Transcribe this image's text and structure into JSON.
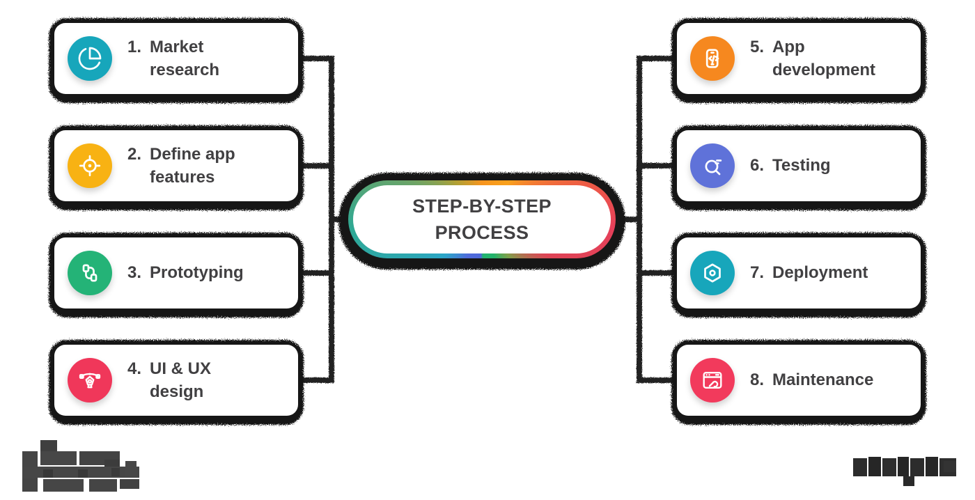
{
  "center": {
    "title_line1": "STEP-BY-STEP",
    "title_line2": "PROCESS",
    "border_gradient": "conic-gradient(from 0deg, #F7941E 0%, #F9A11C 10%, #ED5A46 20%, #E6405A 26%, #DE4355 33%, #7FA04A 40%, #22B36B 45%, #21B46E 49.5%, #4D68D9 50.5%, #4F6BDB 56%, #2BA6C7 63%, #2FA893 74%, #6FA465 83%, #B0A035 90%, #F7941E 100%)"
  },
  "steps": [
    {
      "number": "1.",
      "label": "Market\nresearch",
      "icon": "pie-chart-icon",
      "color": "#17A6BB"
    },
    {
      "number": "2.",
      "label": "Define app\nfeatures",
      "icon": "target-icon",
      "color": "#F8B213"
    },
    {
      "number": "3.",
      "label": "Prototyping",
      "icon": "flow-nodes-icon",
      "color": "#24B377"
    },
    {
      "number": "4.",
      "label": "UI & UX\ndesign",
      "icon": "pen-tool-icon",
      "color": "#F0375A"
    },
    {
      "number": "5.",
      "label": "App\ndevelopment",
      "icon": "phone-code-icon",
      "color": "#F6881F"
    },
    {
      "number": "6.",
      "label": "Testing",
      "icon": "search-icon",
      "color": "#5F72D9"
    },
    {
      "number": "7.",
      "label": "Deployment",
      "icon": "hexagon-node-icon",
      "color": "#17A6BB"
    },
    {
      "number": "8.",
      "label": "Maintenance",
      "icon": "window-wrench-icon",
      "color": "#F23A5C"
    }
  ],
  "colors": {
    "text": "#414042",
    "connector": "#242424",
    "shadow": "#171717",
    "card_bg": "#ffffff"
  },
  "watermarks": {
    "left": "pixelated-logo",
    "right": "pixelated-logo"
  }
}
